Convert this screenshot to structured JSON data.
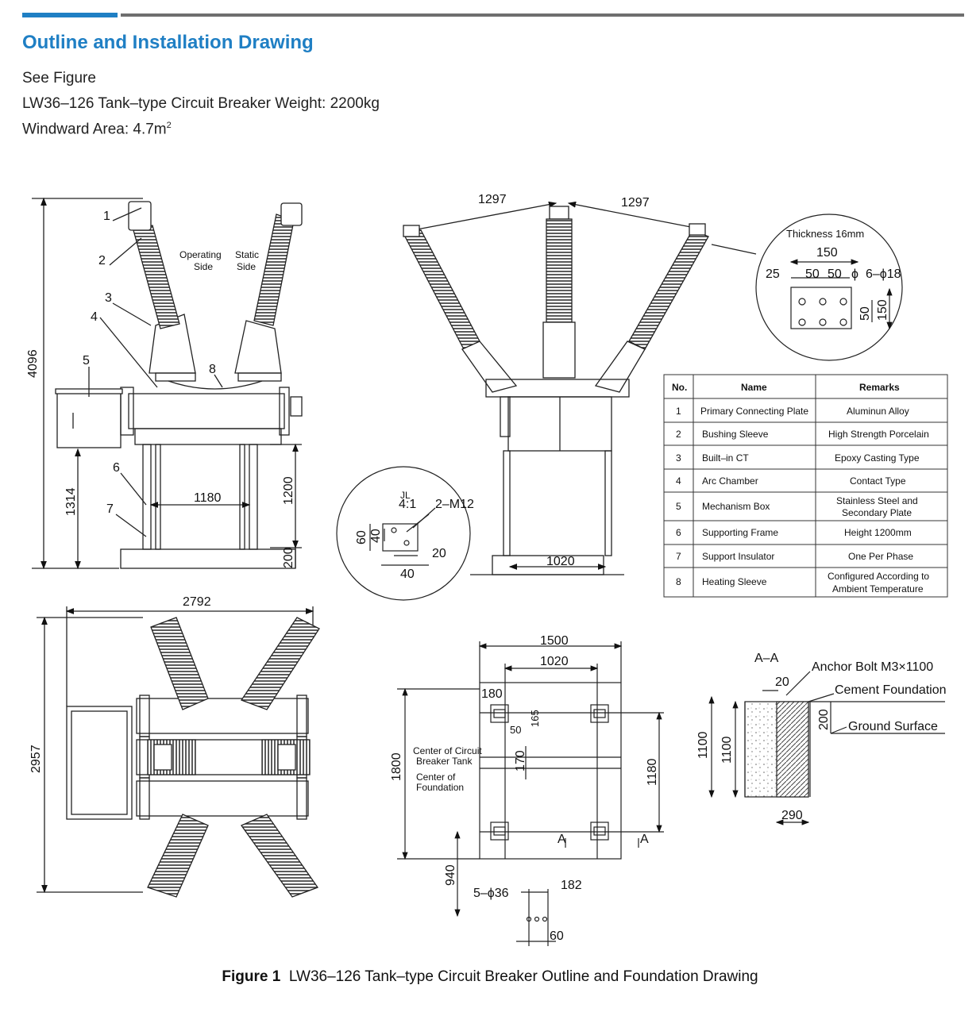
{
  "section": {
    "title": "Outline and Installation Drawing",
    "lines": [
      "See Figure",
      "LW36–126 Tank–type Circuit Breaker Weight: 2200kg"
    ],
    "windward_label": "Windward Area: 4.7m",
    "windward_sup": "2"
  },
  "side_view": {
    "height_total": "4096",
    "height_frame": "1314",
    "height_support": "1200",
    "height_base": "200",
    "width_frame": "1180",
    "operating_side": [
      "Operating",
      "Side"
    ],
    "static_side": [
      "Static",
      "Side"
    ],
    "callouts": [
      "1",
      "2",
      "3",
      "4",
      "5",
      "6",
      "7",
      "8"
    ]
  },
  "front_view": {
    "span_left": "1297",
    "span_right": "1297",
    "width_base": "1020"
  },
  "plate_detail": {
    "thickness": "Thickness 16mm",
    "width": "150",
    "edge": "25",
    "pitch_a": "50",
    "pitch_b": "50",
    "holes": "6–ϕ18",
    "phi": "ϕ",
    "v_pitch": "50",
    "v_height": "150"
  },
  "bolt_detail": {
    "bolts": "2–M12",
    "ratio": "4:1",
    "mark": "JL",
    "dim_60": "60",
    "dim_40v": "40",
    "dim_20": "20",
    "dim_40h": "40"
  },
  "table": {
    "headers": [
      "No.",
      "Name",
      "Remarks"
    ],
    "rows": [
      {
        "no": "1",
        "name": "Primary Connecting Plate",
        "remarks": [
          "Aluminun Alloy"
        ]
      },
      {
        "no": "2",
        "name": "Bushing Sleeve",
        "remarks": [
          "High Strength Porcelain"
        ]
      },
      {
        "no": "3",
        "name": "Built–in CT",
        "remarks": [
          "Epoxy Casting Type"
        ]
      },
      {
        "no": "4",
        "name": "Arc Chamber",
        "remarks": [
          "Contact Type"
        ]
      },
      {
        "no": "5",
        "name": "Mechanism Box",
        "remarks": [
          "Stainless Steel and",
          "Secondary Plate"
        ]
      },
      {
        "no": "6",
        "name": "Supporting Frame",
        "remarks": [
          "Height 1200mm"
        ]
      },
      {
        "no": "7",
        "name": "Support Insulator",
        "remarks": [
          "One Per Phase"
        ]
      },
      {
        "no": "8",
        "name": "Heating Sleeve",
        "remarks": [
          "Configured According to",
          "Ambient Temperature"
        ]
      }
    ]
  },
  "plan_view": {
    "width": "2792",
    "depth": "2957"
  },
  "foundation_plan": {
    "outer": "1500",
    "inner": "1020",
    "offset_180": "180",
    "dim_50": "50",
    "dim_165": "165",
    "dim_170": "170",
    "depth_outer": "1800",
    "depth_inner": "1180",
    "dim_940": "940",
    "holes": "5–ϕ36",
    "dim_182": "182",
    "dim_60": "60",
    "tank_center": [
      "Center of Circuit",
      "Breaker Tank"
    ],
    "foundation_center": [
      "Center of",
      "Foundation"
    ],
    "section_mark": "A"
  },
  "section_view": {
    "title": "A–A",
    "anchor": "Anchor Bolt M3×1100",
    "cement": "Cement Foundation",
    "ground": "Ground Surface",
    "dim_20": "20",
    "dim_200": "200",
    "dim_1100a": "1100",
    "dim_1100b": "1100",
    "dim_290": "290"
  },
  "figure": {
    "label": "Figure 1",
    "caption": "LW36–126 Tank–type Circuit Breaker Outline and Foundation Drawing"
  }
}
